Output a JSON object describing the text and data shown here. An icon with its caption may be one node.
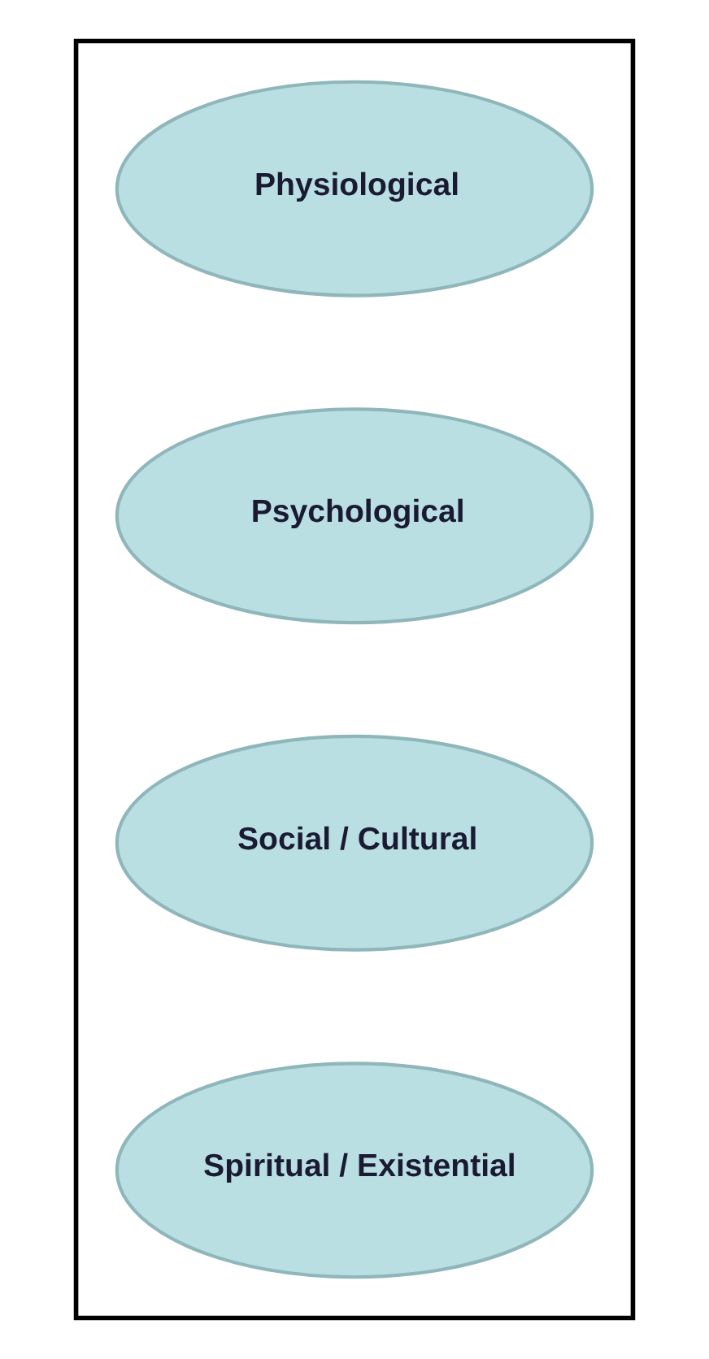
{
  "diagram": {
    "nodes": [
      {
        "text": [],
        "shape": "box"
      },
      {
        "text": [
          "Physiological"
        ],
        "in": 0
      },
      {
        "text": [
          "Psychological"
        ],
        "in": 0
      },
      {
        "text": [
          "Social / Cultural"
        ],
        "in": 0
      },
      {
        "text": [
          "Spiritual / Existential"
        ],
        "in": 0
      }
    ]
  }
}
